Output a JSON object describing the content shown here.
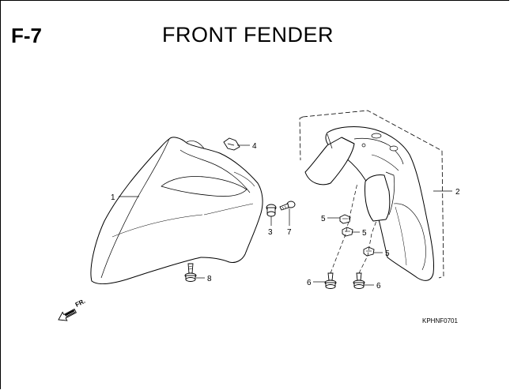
{
  "header": {
    "section_code": "F-7",
    "title": "FRONT FENDER"
  },
  "direction_arrow": {
    "label": "FR."
  },
  "callouts": {
    "c1": "1",
    "c2": "2",
    "c3": "3",
    "c4": "4",
    "c5a": "5",
    "c5b": "5",
    "c5c": "5",
    "c6a": "6",
    "c6b": "6",
    "c7": "7",
    "c8": "8"
  },
  "diagram_code": "KPHNF0701"
}
